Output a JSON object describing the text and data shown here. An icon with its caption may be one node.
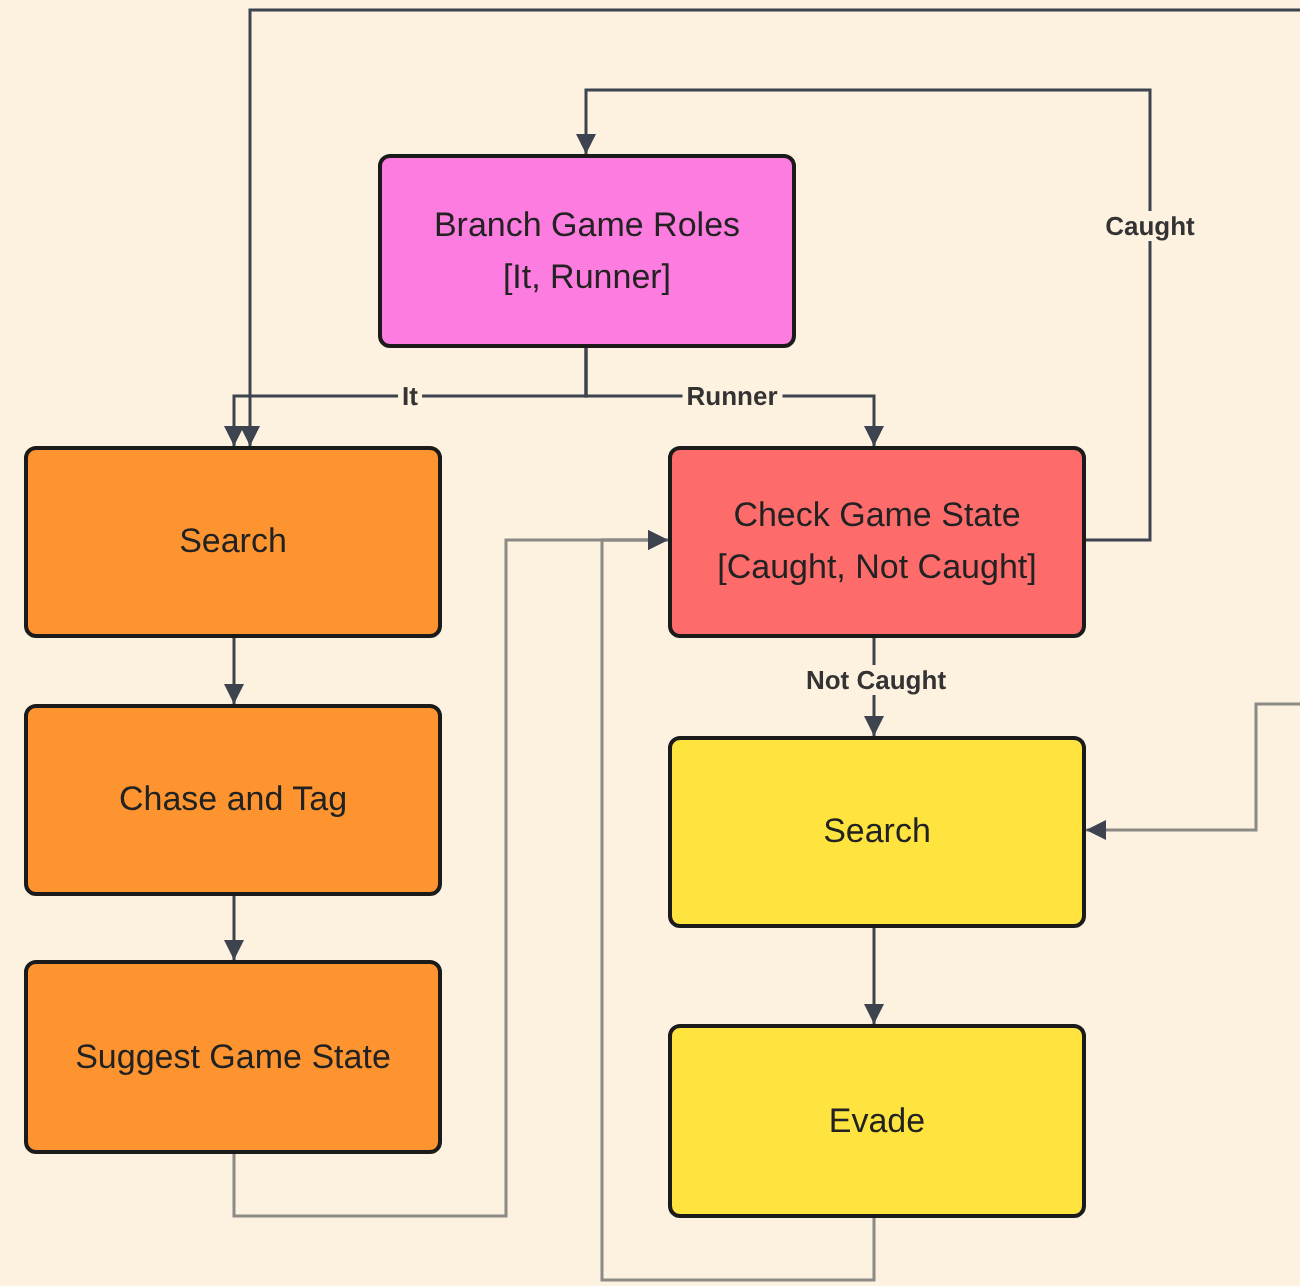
{
  "diagram": {
    "nodes": [
      {
        "text": [
          "Branch Game Roles [It, Runner]"
        ]
      },
      {
        "text": [
          "Search"
        ]
      },
      {
        "text": [
          "Chase and Tag"
        ]
      },
      {
        "text": [
          "Suggest Game State"
        ]
      },
      {
        "text": [
          "Check Game State [Caught, Not Caught]"
        ]
      },
      {
        "text": [
          "Search"
        ]
      },
      {
        "text": [
          "Evade"
        ]
      }
    ],
    "edges": [
      {
        "from": null,
        "to": 1,
        "arrow": "to"
      },
      {
        "from": 0,
        "to": 1,
        "arrow": "to",
        "label": "It"
      },
      {
        "from": 0,
        "to": 4,
        "arrow": "to",
        "label": "Runner"
      },
      {
        "from": 4,
        "to": 0,
        "arrow": "to",
        "label": "Caught"
      },
      {
        "from": 1,
        "to": 2,
        "arrow": "to"
      },
      {
        "from": 2,
        "to": 3,
        "arrow": "to"
      },
      {
        "from": 3,
        "to": 4,
        "arrow": "to",
        "color": "#8c8a86"
      },
      {
        "from": 4,
        "to": 5,
        "arrow": "to",
        "label": "Not Caught"
      },
      {
        "from": 5,
        "to": 6,
        "arrow": "to"
      },
      {
        "from": 6,
        "to": 4,
        "arrow": "to",
        "color": "#8c8a86"
      },
      {
        "from": null,
        "to": 5,
        "arrow": "to",
        "color": "#8c8a86"
      }
    ]
  }
}
